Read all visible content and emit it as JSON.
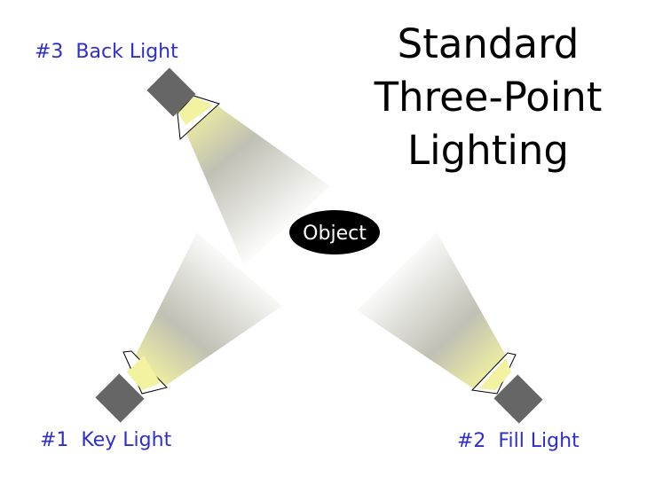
{
  "title": {
    "lines": [
      "Standard",
      "Three-Point",
      "Lighting"
    ]
  },
  "object": {
    "label": "Object"
  },
  "lights": [
    {
      "label": "#1  Key Light"
    },
    {
      "label": "#2  Fill Light"
    },
    {
      "label": "#3  Back Light"
    }
  ],
  "colors": {
    "label_text": "#2e2ed0",
    "lamp_body": "#666666",
    "beam_near": "#f2f2a0",
    "beam_far": "#ffffff",
    "object_fill": "#000000",
    "object_text": "#ffffff",
    "title_text": "#000000"
  }
}
